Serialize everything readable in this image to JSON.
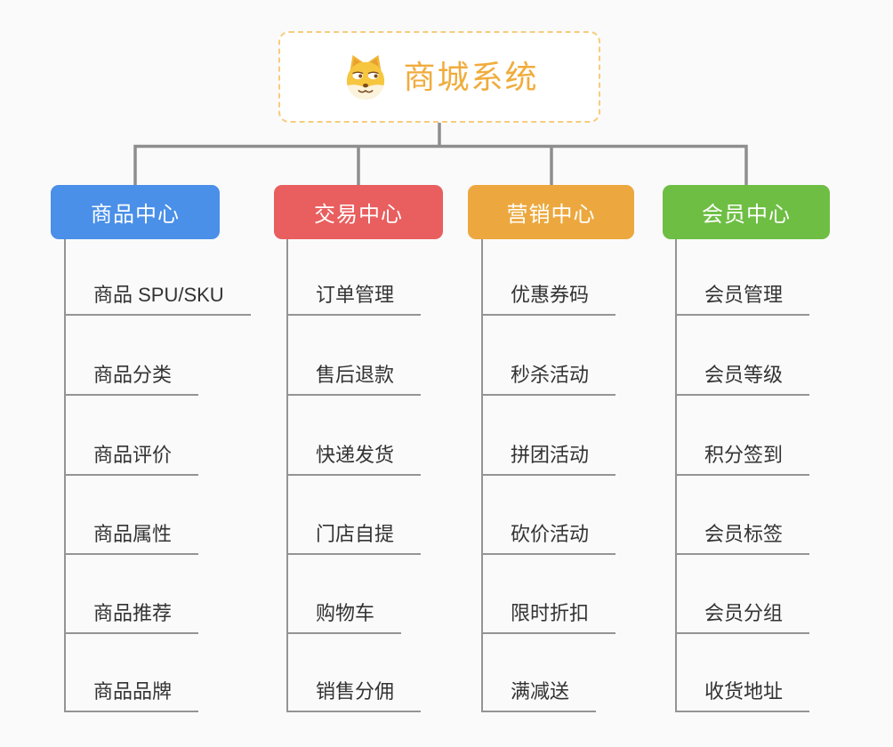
{
  "root": {
    "title": "商城系统",
    "icon": "dog-face-icon",
    "title_color": "#F0AC3C",
    "border_color": "#F6CC7C"
  },
  "branches": [
    {
      "label": "商品中心",
      "color": "#4A8FE8",
      "children": [
        "商品 SPU/SKU",
        "商品分类",
        "商品评价",
        "商品属性",
        "商品推荐",
        "商品品牌"
      ]
    },
    {
      "label": "交易中心",
      "color": "#E95E5E",
      "children": [
        "订单管理",
        "售后退款",
        "快递发货",
        "门店自提",
        "购物车",
        "销售分佣"
      ]
    },
    {
      "label": "营销中心",
      "color": "#ECA83E",
      "children": [
        "优惠券码",
        "秒杀活动",
        "拼团活动",
        "砍价活动",
        "限时折扣",
        "满减送"
      ]
    },
    {
      "label": "会员中心",
      "color": "#6EBE44",
      "children": [
        "会员管理",
        "会员等级",
        "积分签到",
        "会员标签",
        "会员分组",
        "收货地址"
      ]
    }
  ],
  "colors": {
    "background": "#FAFAFA",
    "connector": "#8E8E8E",
    "child_line": "#949494",
    "child_text": "#333333"
  }
}
